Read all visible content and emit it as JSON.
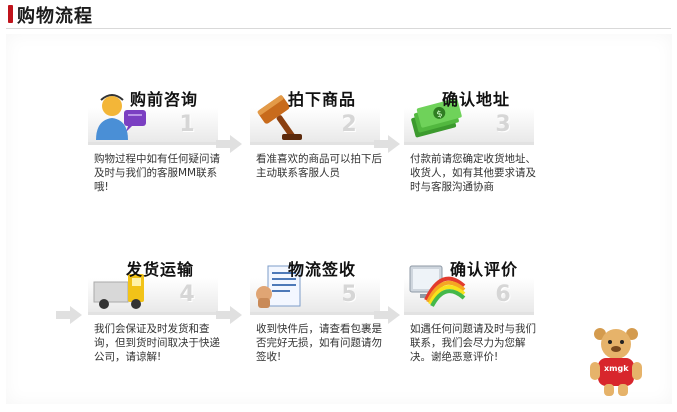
{
  "header": {
    "title": "购物流程"
  },
  "steps": [
    {
      "title": "购前咨询",
      "number": "1",
      "icon": "customer-service-icon",
      "desc": "购物过程中如有任何疑问请及时与我们的客服MM联系哦!"
    },
    {
      "title": "拍下商品",
      "number": "2",
      "icon": "auction-hammer-icon",
      "desc": "看准喜欢的商品可以拍下后主动联系客服人员"
    },
    {
      "title": "确认地址",
      "number": "3",
      "icon": "money-stack-icon",
      "desc": "付款前请您确定收货地址、收货人，如有其他要求请及时与客服沟通协商"
    },
    {
      "title": "发货运输",
      "number": "4",
      "icon": "delivery-truck-icon",
      "desc": "我们会保证及时发货和查询，但到货时间取决于快递公司，请谅解!"
    },
    {
      "title": "物流签收",
      "number": "5",
      "icon": "sign-document-icon",
      "desc": "收到快件后，请查看包裹是否完好无损，如有问题请勿签收!"
    },
    {
      "title": "确认评价",
      "number": "6",
      "icon": "rainbow-monitor-icon",
      "desc": "如遇任何问题请及时与我们联系，我们会尽力为您解决。谢绝恶意评价!"
    }
  ],
  "mascot": {
    "label": "xmgk"
  },
  "colors": {
    "accent": "#c0141c",
    "card": "#e9e9e9",
    "number": "#d6d6d6"
  }
}
